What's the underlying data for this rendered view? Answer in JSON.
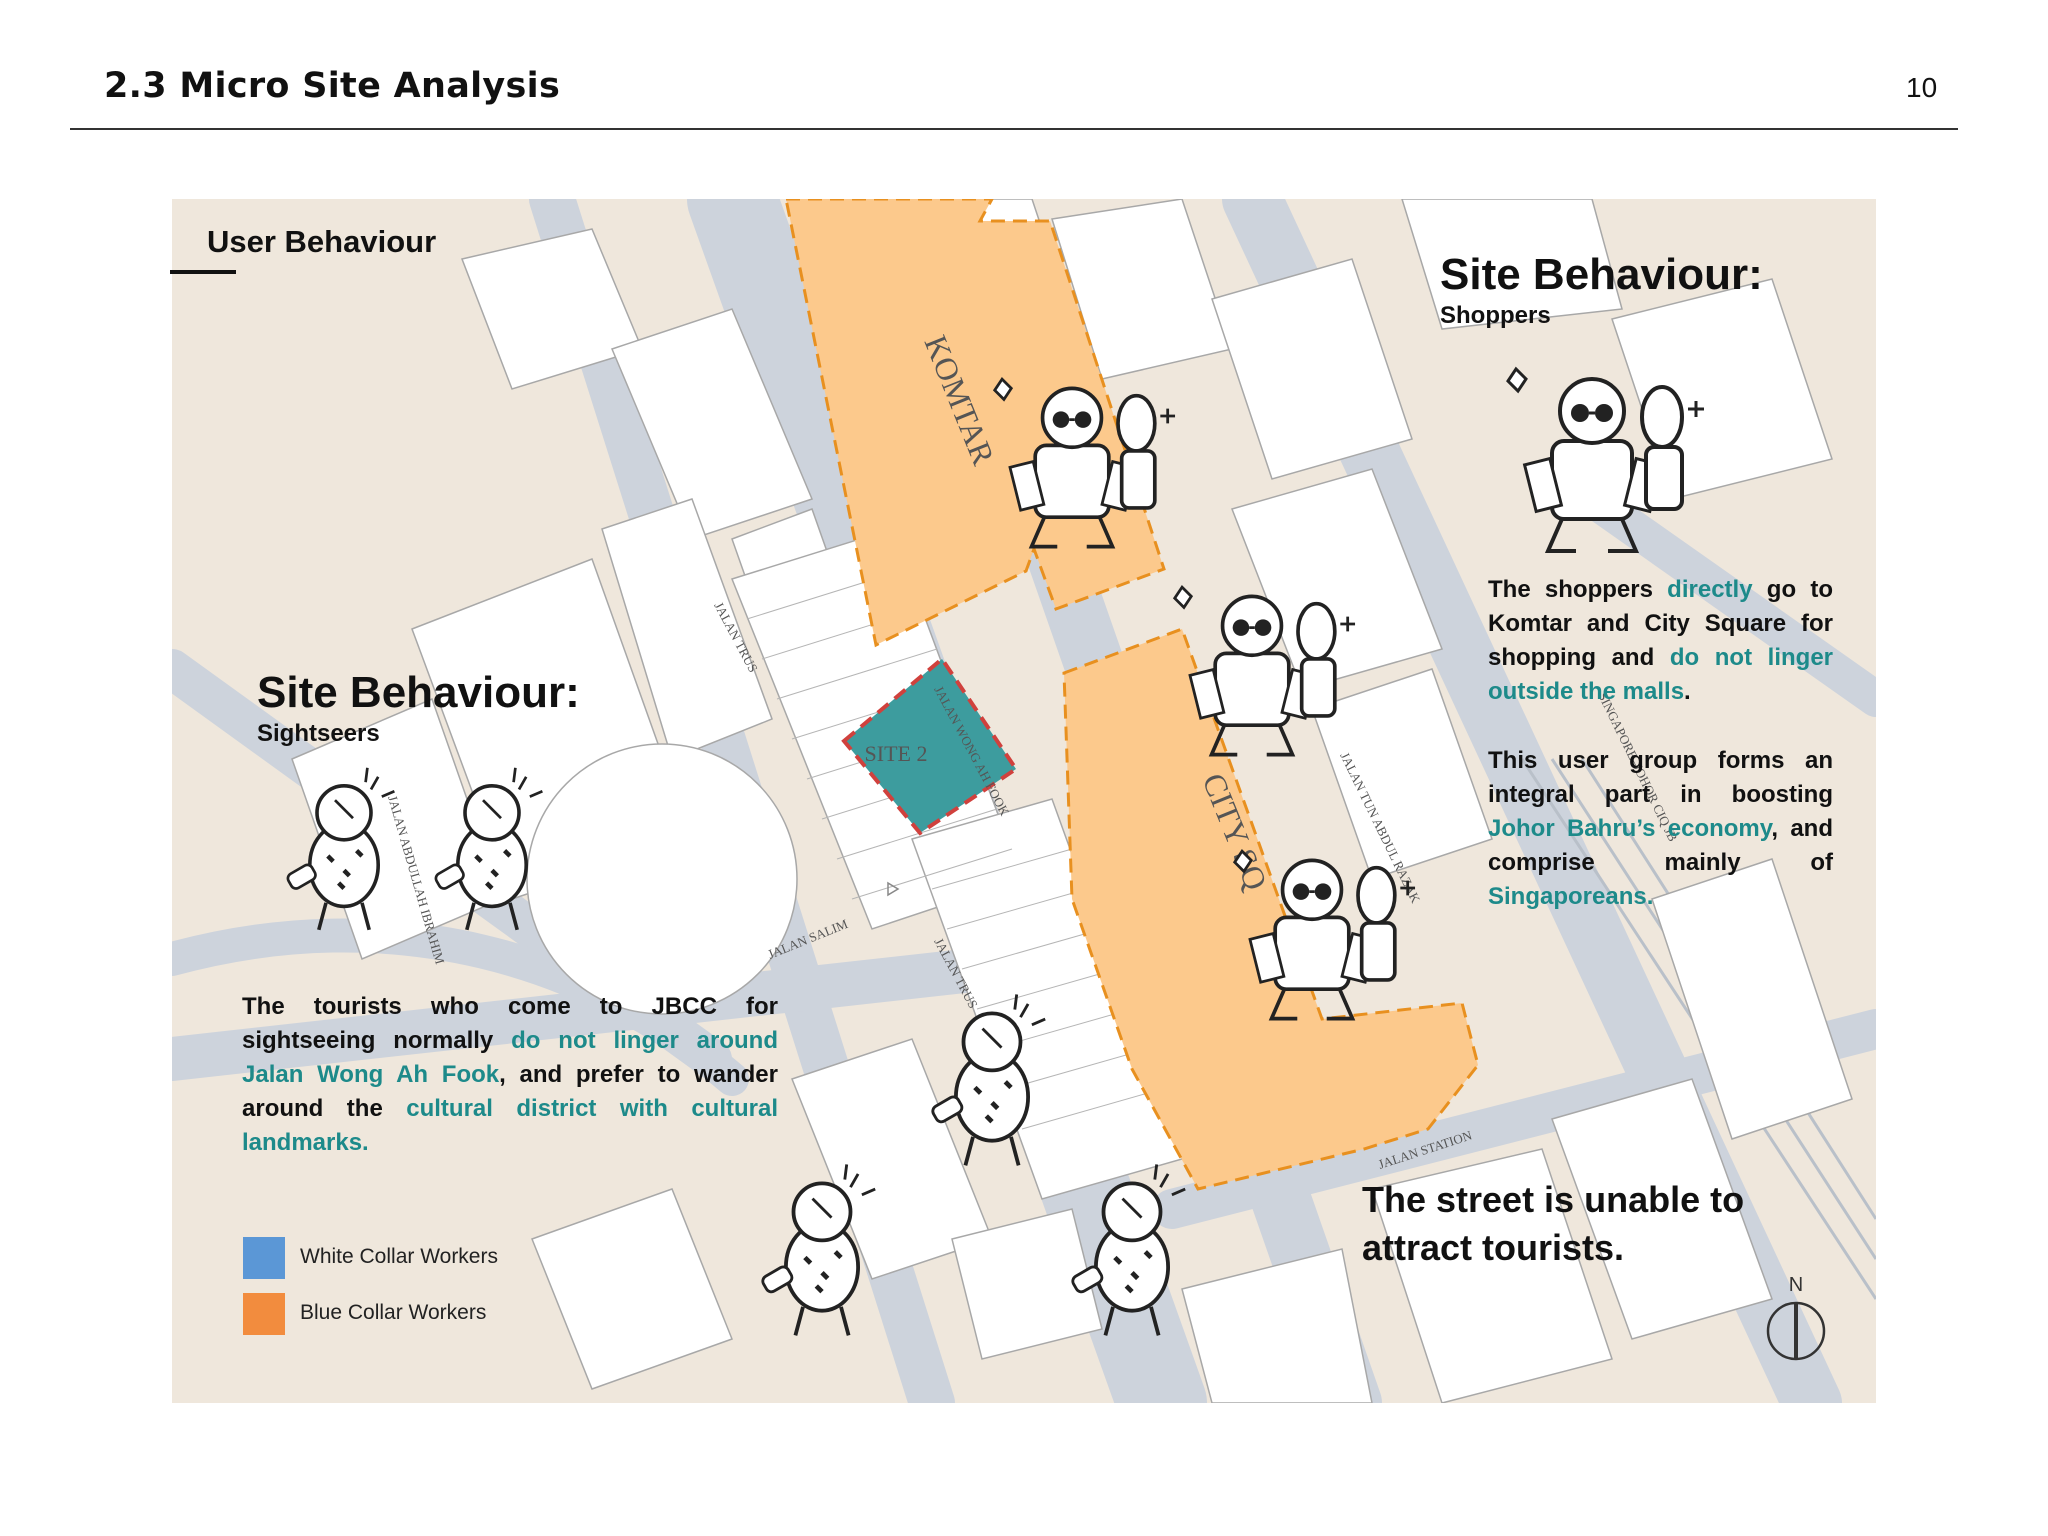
{
  "header": {
    "title": "2.3 Micro Site Analysis",
    "page_number": "10"
  },
  "user_behaviour": {
    "title": "User Behaviour"
  },
  "sightseers": {
    "heading": "Site Behaviour:",
    "subheading": "Sightseers",
    "t1": "The tourists who come to JBCC for sightseeing normally ",
    "h1": "do not linger around Jalan Wong Ah Fook",
    "t2": ", and prefer to wander around the ",
    "h2": "cultural district with cultural landmarks."
  },
  "shoppers": {
    "heading": "Site Behaviour:",
    "subheading": "Shoppers",
    "p1_t1": "The shoppers ",
    "p1_h1": "directly",
    "p1_t2": " go to Komtar and City Square for shopping and ",
    "p1_h2": "do not linger outside the malls",
    "p1_t3": ".",
    "p2_t1": "This user group forms an integral part in boosting ",
    "p2_h1": "Johor Bahru’s economy",
    "p2_t2": ", and comprise mainly of ",
    "p2_h2": "Singaporeans."
  },
  "street_note": {
    "line1": "The street is unable to",
    "line2": "attract tourists."
  },
  "legend": {
    "items": [
      {
        "label": "White Collar Workers",
        "color": "#5b97d6"
      },
      {
        "label": "Blue Collar Workers",
        "color": "#f28c3e"
      }
    ]
  },
  "map": {
    "site_label": "SITE 2",
    "komtar_label": "KOMTAR",
    "city_square_label": "CITY SQ",
    "north_label": "N",
    "streets": {
      "jalan_trus_1": "JALAN TRUS",
      "jalan_trus_2": "JALAN TRUS",
      "jalan_wong_ah_fook": "JALAN WONG AH FOOK",
      "jalan_salim": "JALAN SALIM",
      "jalan_station": "JALAN STATION",
      "jalan_tun_abdul_razak": "JALAN TUN ABDUL RAZAK",
      "jalan_abdullah_ibrahim": "JALAN ABDULLAH IBRAHIM",
      "singapore_link": "SINGAPORE–JOHOR CIQ JB"
    },
    "colors": {
      "mall_fill": "#fcc98c",
      "mall_border": "#e8901f",
      "site_fill": "#3d9c9e",
      "site_border": "#d0413d",
      "road": "#cdd3dc",
      "ground": "#efe7dc"
    }
  }
}
